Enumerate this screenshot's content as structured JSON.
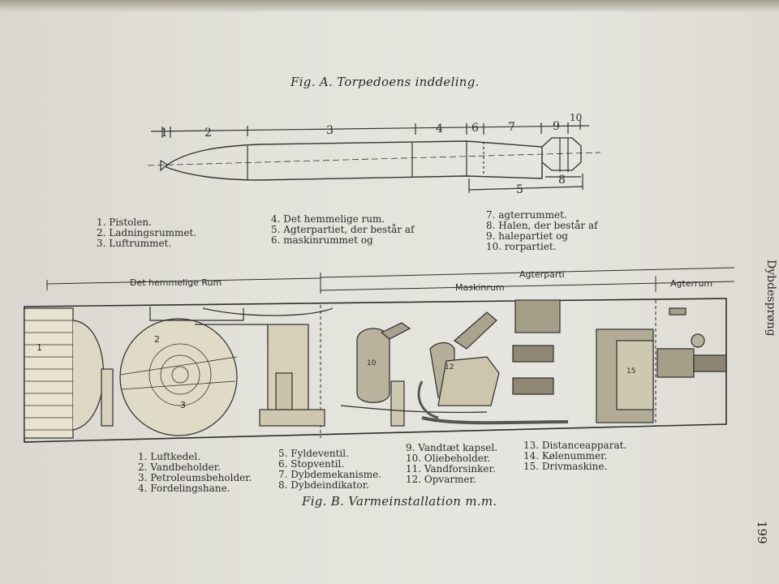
{
  "figure_a": {
    "title": "Fig. A. Torpedoens inddeling.",
    "dimension_numbers": [
      "1",
      "2",
      "3",
      "4",
      "6",
      "7",
      "9",
      "10",
      "8",
      "5"
    ],
    "legend_col1": [
      "1. Pistolen.",
      "2. Ladningsrummet.",
      "3. Luftrummet."
    ],
    "legend_col2": [
      "4. Det hemmelige rum.",
      "5. Agterpartiet, der består af",
      "6. maskinrummet og"
    ],
    "legend_col3": [
      "7. agterrummet.",
      "8. Halen, der består af",
      "9. halepartiet og",
      "10. rorpartiet."
    ]
  },
  "figure_b": {
    "title": "Fig. B. Varmeinstallation m.m.",
    "section_labels": {
      "secret_room": "Det hemmelige Rum",
      "aft_part": "Agterparti",
      "engine_room": "Maskinrum",
      "aft_room": "Agterrum"
    },
    "part_numbers": [
      "1",
      "2",
      "3",
      "10",
      "12",
      "15"
    ],
    "legend_col1": [
      "1. Luftkedel.",
      "2. Vandbeholder.",
      "3. Petroleumsbeholder.",
      "4. Fordelingshane."
    ],
    "legend_col2": [
      "5. Fyldeventil.",
      "6. Stopventil.",
      "7. Dybdemekanisme.",
      "8. Dybdeindikator."
    ],
    "legend_col3": [
      "9. Vandtæt kapsel.",
      "10. Oliebeholder.",
      "11. Vandforsinker.",
      "12. Opvarmer."
    ],
    "legend_col4": [
      "13. Distanceapparat.",
      "14. Kølenummer.",
      "15. Drivmaskine."
    ]
  },
  "running_head": "Dybdesprøng",
  "page_number": "199"
}
